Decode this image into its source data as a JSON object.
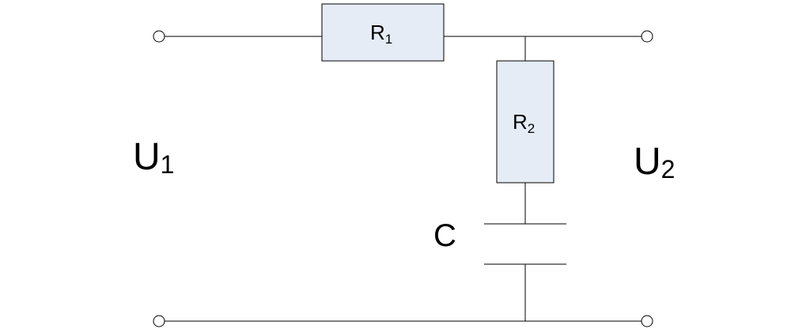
{
  "colors": {
    "wire": "#000000",
    "resistor_fill": "#e6ecf6",
    "background": "#ffffff"
  },
  "components": {
    "r1": {
      "letter": "R",
      "subscript": "1"
    },
    "r2": {
      "letter": "R",
      "subscript": "2"
    },
    "c": {
      "letter": "C"
    }
  },
  "voltages": {
    "u1": {
      "letter": "U",
      "subscript": "1"
    },
    "u2": {
      "letter": "U",
      "subscript": "2"
    }
  }
}
